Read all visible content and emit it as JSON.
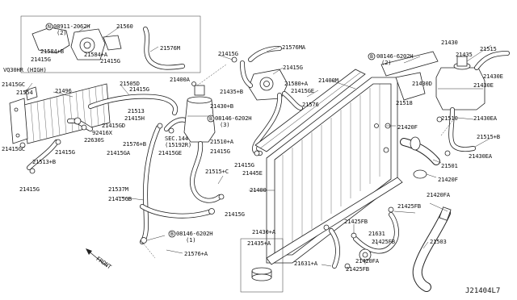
{
  "diagram_id": "J21404L7",
  "callouts": {
    "l_08911": "08911-2062H",
    "l_08911_qty": "(2)",
    "l_21560": "21560",
    "l_21584b": "21584+B",
    "l_21584a": "21584+A",
    "l_21415g_a": "21415G",
    "l_21415g_b": "21415G",
    "l_21576m": "21576M",
    "l_vq30": "VQ30HR (HIGH)",
    "l_21415gc_a": "21415GC",
    "l_21554": "21554",
    "l_21496": "21496",
    "l_21505d": "21505D",
    "l_21415g_c": "21415G",
    "l_21400a": "21400A",
    "l_21415g_d": "21415G",
    "l_21576ma": "21576MA",
    "l_21415g_e": "21415G",
    "l_21580a": "21580+A",
    "l_21415ge_a": "21415GE",
    "l_21435b": "21435+B",
    "l_21430b": "21430+B",
    "l_21513": "21513",
    "l_21415h": "21415H",
    "l_21415gd": "21415GD",
    "l_92416x": "92416X",
    "l_22630s": "22630S",
    "l_21415g_f": "21415G",
    "l_21513b": "21513+B",
    "l_21415gc_b": "21415GC",
    "l_21415g_g": "21415G",
    "l_21576b": "21576+B",
    "l_21415ga": "21415GA",
    "l_sec144": "SEC.144",
    "l_15192r": "(15192R)",
    "l_21415ge_b": "21415GE",
    "l_08146_mid": "08146-6202H",
    "l_08146_mid_qty": "(3)",
    "l_21510a": "21510+A",
    "l_21415g_h": "21415G",
    "l_21576": "21576",
    "l_21415g_i": "21415G",
    "l_21445e": "21445E",
    "l_21515c": "21515+C",
    "l_21400m": "21400M",
    "l_08146_top": "08146-6202H",
    "l_08146_top_qty": "(2)",
    "l_21430": "21430",
    "l_21515": "21515",
    "l_21435": "21435",
    "l_21430d": "21430D",
    "l_21430e_a": "21430E",
    "l_21430e_b": "21430E",
    "l_21518": "21518",
    "l_21510": "21510",
    "l_21430ea_a": "21430EA",
    "l_21420f_a": "21420F",
    "l_21515b": "21515+B",
    "l_21430ea_b": "21430EA",
    "l_21501": "21501",
    "l_21420f_b": "21420F",
    "l_21400": "21400",
    "l_21537m": "21537M",
    "l_21415gb": "21415GB",
    "l_21415g_j": "21415G",
    "l_08146_bot": "08146-6202H",
    "l_08146_bot_qty": "(1)",
    "l_21576a": "21576+A",
    "l_21430a": "21430+A",
    "l_21435a": "21435+A",
    "l_21425fb_a": "21425FB",
    "l_21425fb_b": "21425FB",
    "l_21425fb_c": "21425FB",
    "l_21425fb_d": "21425FB",
    "l_21420fa_a": "21420FA",
    "l_21420fa_b": "21420FA",
    "l_21631": "21631",
    "l_21631a": "21631+A",
    "l_21503": "21503",
    "l_front": "FRONT",
    "l_code": "J21404L7"
  },
  "markers": {
    "n_badge": "N",
    "b_badge": "B"
  }
}
